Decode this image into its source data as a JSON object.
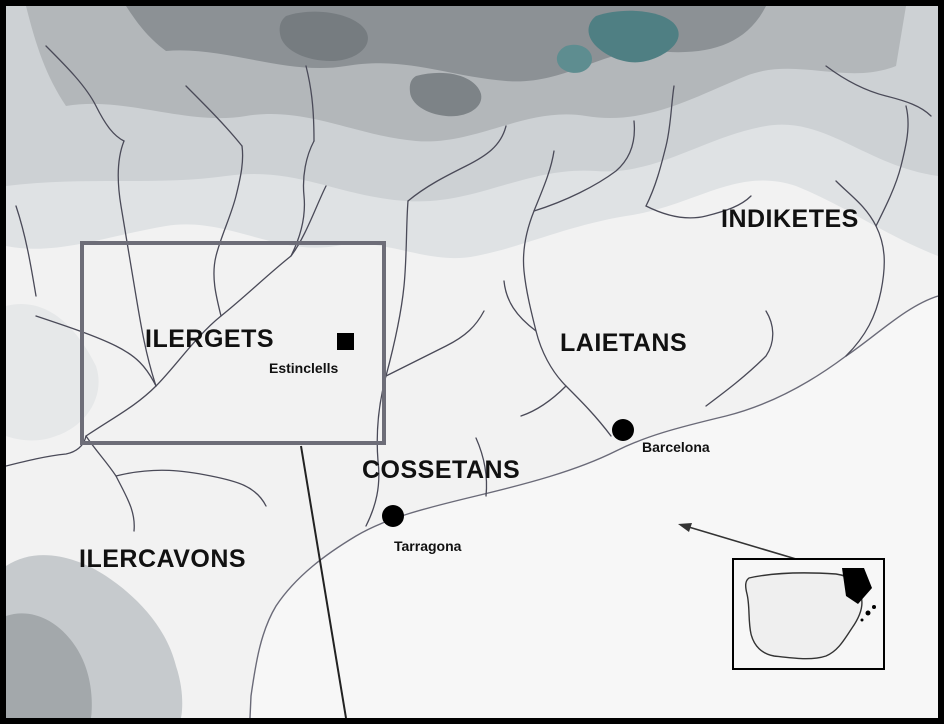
{
  "regions": {
    "indiketes": "INDIKETES",
    "ilergets": "ILERGETS",
    "laietans": "LAIETANS",
    "cossetans": "COSSETANS",
    "ilercavons": "ILERCAVONS"
  },
  "places": {
    "estinclells": "Estinclells",
    "barcelona": "Barcelona",
    "tarragona": "Tarragona"
  },
  "colors": {
    "background": "#f2f2f2",
    "relief_light": "#d3d6d8",
    "relief_mid": "#a9adb0",
    "relief_dark": "#7b8185",
    "relief_teal": "#4f7f83",
    "rivers": "#4a4a58",
    "frame": "#6d6d78",
    "markers": "#000000"
  },
  "icons": {
    "site_marker": "black-square-icon",
    "city_marker": "black-circle-icon",
    "locator": "iberian-peninsula-inset"
  }
}
